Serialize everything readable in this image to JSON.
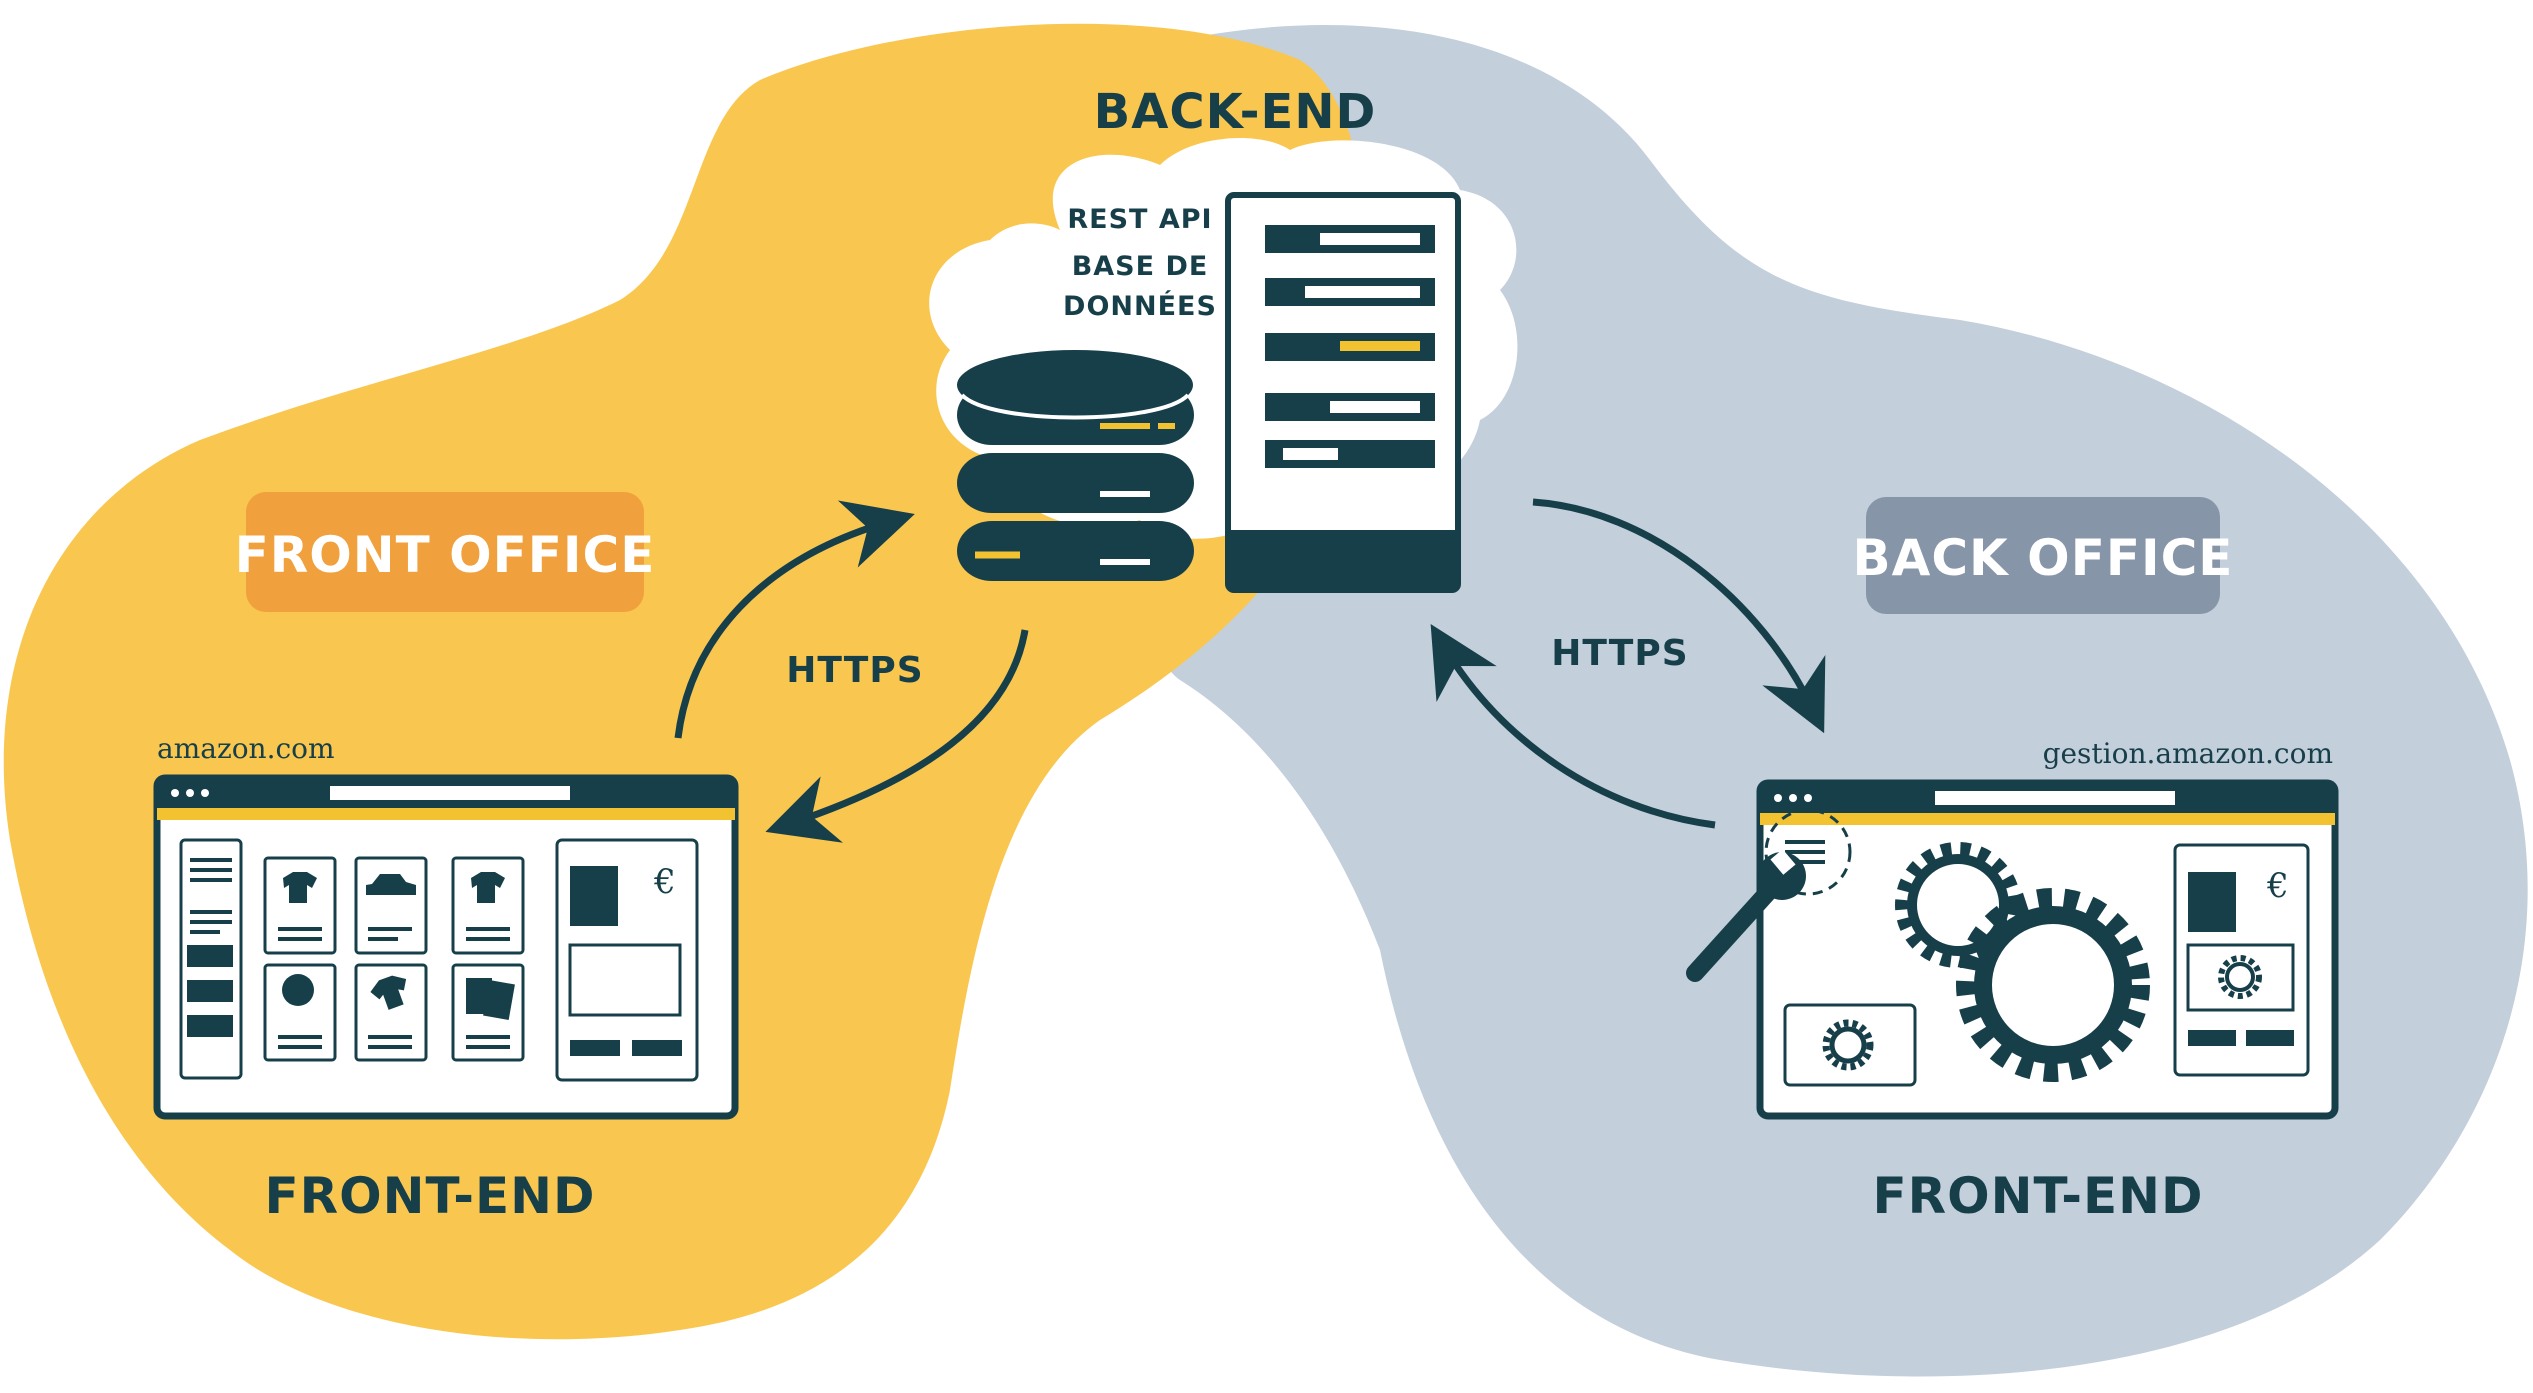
{
  "labels": {
    "back_end": "BACK-END",
    "rest_api": "REST API",
    "base_de_line1": "BASE DE",
    "base_de_line2": "DONNÉES",
    "front_office": "FRONT OFFICE",
    "back_office": "BACK OFFICE",
    "https_left": "HTTPS",
    "https_right": "HTTPS",
    "front_end_left": "FRONT-END",
    "front_end_right": "FRONT-END",
    "url_left": "amazon.com",
    "url_right": "gestion.amazon.com",
    "euro_left": "€",
    "euro_right": "€"
  },
  "colors": {
    "front_blob": "#f9c74f",
    "back_blob": "#c3cfdb",
    "navy": "#173f4a",
    "front_badge": "#f0a03c",
    "back_badge": "#8795a8",
    "accent_yellow": "#f2c230",
    "paper": "#ffffff"
  },
  "icons": [
    "database-icon",
    "server-icon",
    "tshirt-icon",
    "car-icon",
    "ball-icon",
    "cards-icon",
    "wrench-icon",
    "gear-icon"
  ]
}
